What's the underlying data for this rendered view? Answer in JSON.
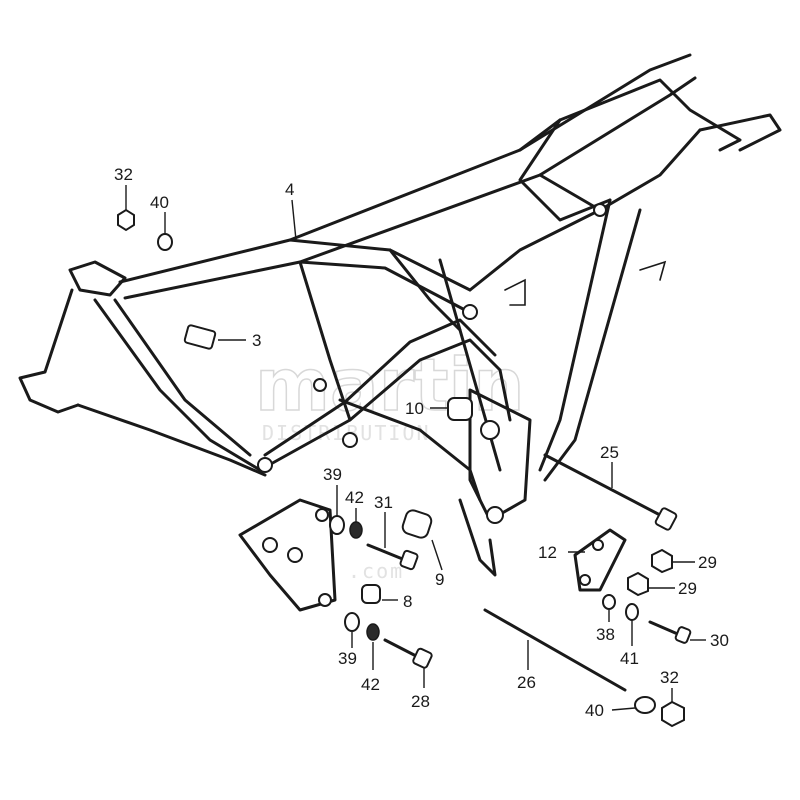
{
  "watermark": {
    "brand": "martin",
    "sub": "DISTRIBUTION",
    "tld": ".com"
  },
  "callouts": [
    {
      "id": "c32a",
      "text": "32"
    },
    {
      "id": "c40a",
      "text": "40"
    },
    {
      "id": "c4",
      "text": "4"
    },
    {
      "id": "c3",
      "text": "3"
    },
    {
      "id": "c10",
      "text": "10"
    },
    {
      "id": "c25",
      "text": "25"
    },
    {
      "id": "c39a",
      "text": "39"
    },
    {
      "id": "c42a",
      "text": "42"
    },
    {
      "id": "c31",
      "text": "31"
    },
    {
      "id": "c9",
      "text": "9"
    },
    {
      "id": "c8",
      "text": "8"
    },
    {
      "id": "c39b",
      "text": "39"
    },
    {
      "id": "c42b",
      "text": "42"
    },
    {
      "id": "c28",
      "text": "28"
    },
    {
      "id": "c12",
      "text": "12"
    },
    {
      "id": "c29a",
      "text": "29"
    },
    {
      "id": "c29b",
      "text": "29"
    },
    {
      "id": "c38",
      "text": "38"
    },
    {
      "id": "c41",
      "text": "41"
    },
    {
      "id": "c30",
      "text": "30"
    },
    {
      "id": "c26",
      "text": "26"
    },
    {
      "id": "c32b",
      "text": "32"
    },
    {
      "id": "c40b",
      "text": "40"
    }
  ]
}
